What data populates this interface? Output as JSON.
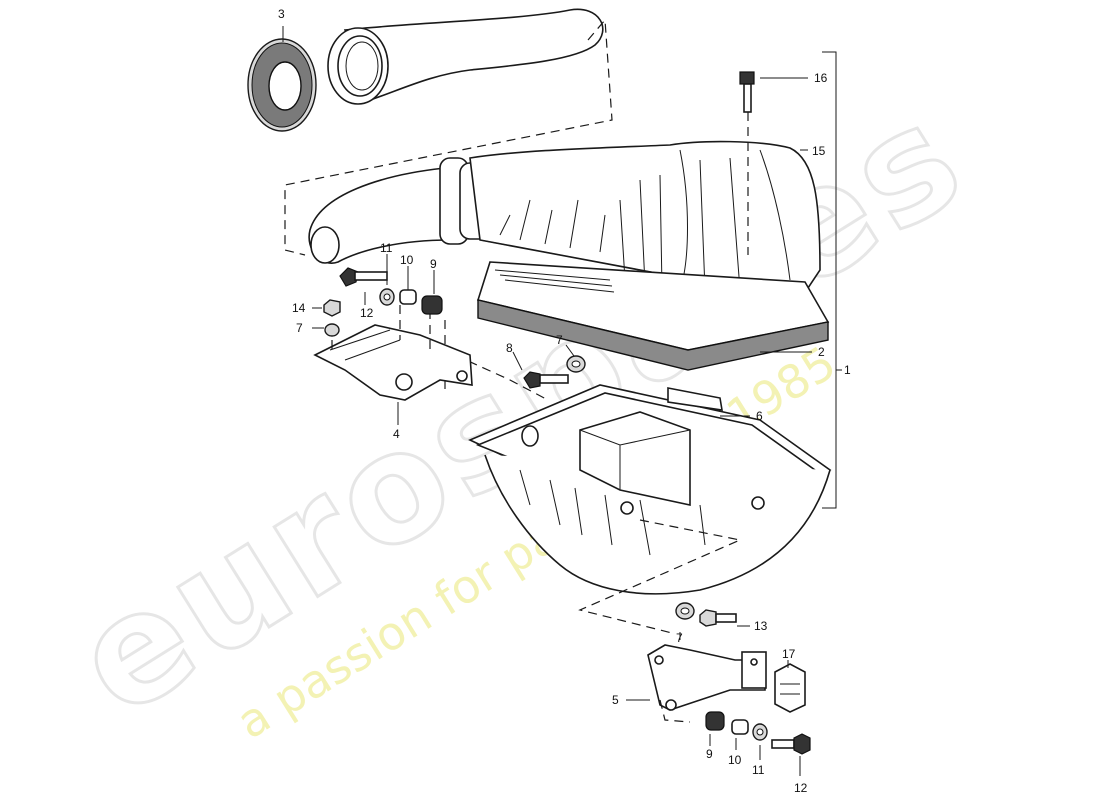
{
  "watermark": {
    "brand": "eurospares",
    "tagline": "a passion for parts since 1985"
  },
  "callouts": {
    "c1": "1",
    "c2": "2",
    "c3": "3",
    "c4": "4",
    "c5": "5",
    "c6": "6",
    "c7a": "7",
    "c7b": "7",
    "c7c": "7",
    "c8": "8",
    "c9a": "9",
    "c9b": "9",
    "c10a": "10",
    "c10b": "10",
    "c11a": "11",
    "c11b": "11",
    "c12a": "12",
    "c12b": "12",
    "c13": "13",
    "c14": "14",
    "c15": "15",
    "c16": "16",
    "c17": "17"
  }
}
